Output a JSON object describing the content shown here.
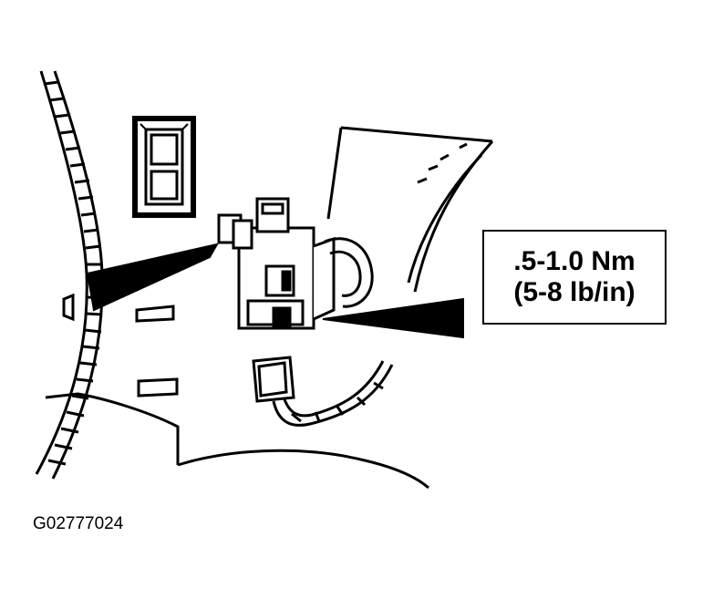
{
  "callout": {
    "line1": ".5-1.0 Nm",
    "line2": "(5-8 lb/in)"
  },
  "figure_id": "G02777024",
  "colors": {
    "ink": "#000000",
    "paper": "#ffffff"
  }
}
